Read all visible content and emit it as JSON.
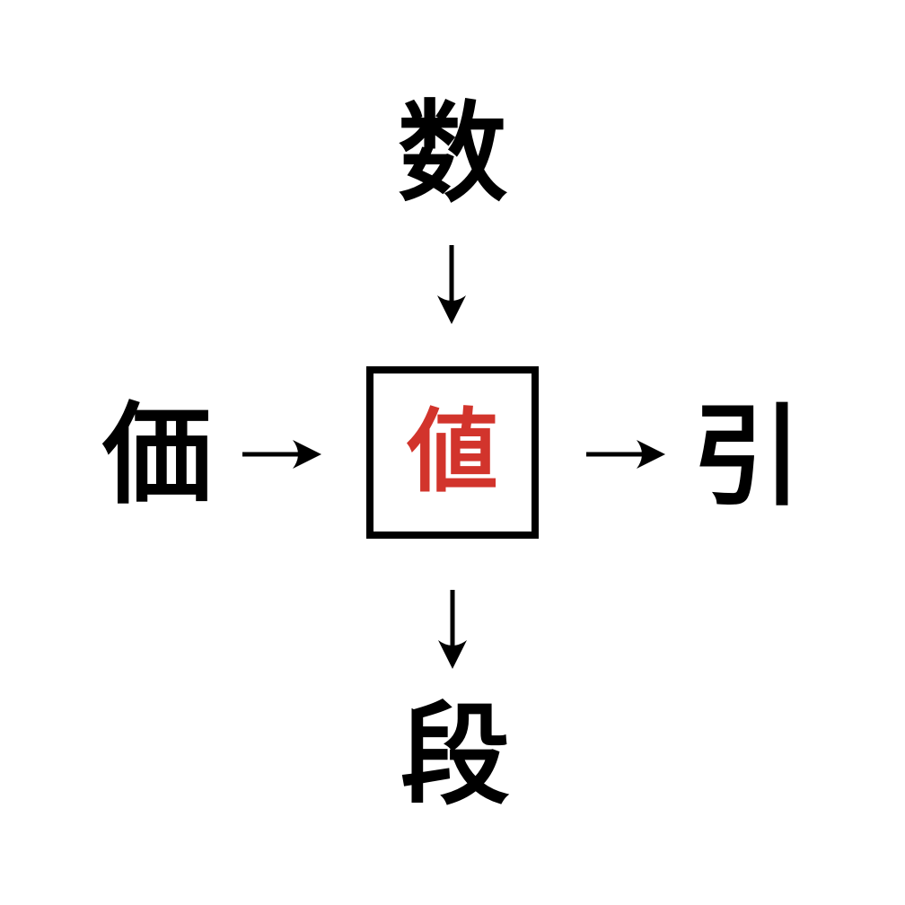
{
  "puzzle": {
    "center_char": "値",
    "top_char": "数",
    "left_char": "価",
    "right_char": "引",
    "bottom_char": "段",
    "arrows": {
      "top": "arrow-down-icon",
      "left": "arrow-right-icon",
      "right": "arrow-right-icon",
      "bottom": "arrow-down-icon"
    },
    "colors": {
      "center_char_color": "#d2342c",
      "outer_char_color": "#000000",
      "box_border_color": "#000000",
      "background_color": "#ffffff",
      "arrow_color": "#000000"
    }
  }
}
